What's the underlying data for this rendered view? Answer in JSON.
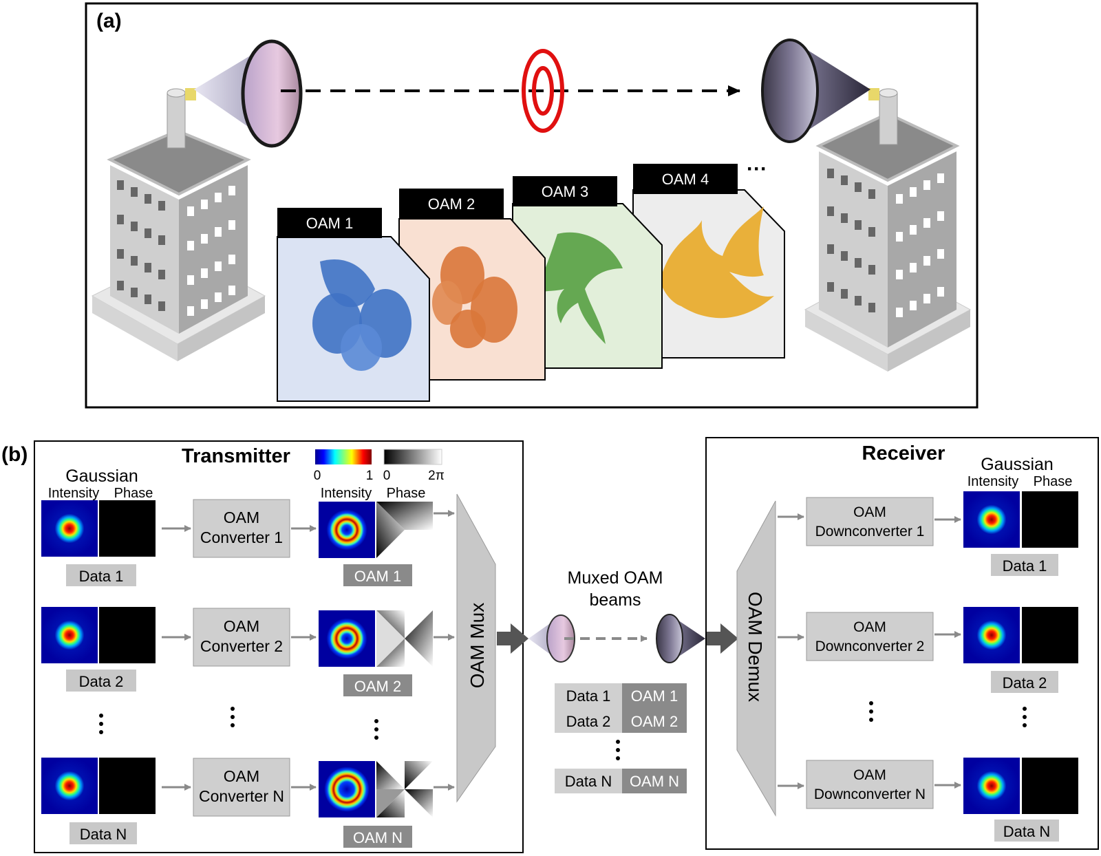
{
  "panel_a": {
    "label": "(a)",
    "cards": [
      {
        "title": "OAM 1",
        "color": "#3f72c4",
        "bg": "#dbe3f3"
      },
      {
        "title": "OAM 2",
        "color": "#d9773a",
        "bg": "#f9e0d2"
      },
      {
        "title": "OAM 3",
        "color": "#5aa246",
        "bg": "#e2efda"
      },
      {
        "title": "OAM 4",
        "color": "#e8aa2a",
        "bg": "#ededed"
      }
    ],
    "more": "···"
  },
  "panel_b": {
    "label": "(b)",
    "transmitter": {
      "title": "Transmitter",
      "gaussian": "Gaussian",
      "intensity": "Intensity",
      "phase": "Phase",
      "colorbar_min": "0",
      "colorbar_max": "1",
      "phasebar_min": "0",
      "phasebar_max": "2π",
      "data": [
        "Data 1",
        "Data 2",
        "Data N"
      ],
      "converters": [
        "OAM\nConverter 1",
        "OAM\nConverter 2",
        "OAM\nConverter N"
      ],
      "oam": [
        "OAM 1",
        "OAM 2",
        "OAM N"
      ],
      "mux": "OAM Mux"
    },
    "channel": {
      "label_line1": "Muxed OAM",
      "label_line2": "beams",
      "rows": [
        {
          "data": "Data 1",
          "oam": "OAM 1"
        },
        {
          "data": "Data 2",
          "oam": "OAM 2"
        },
        {
          "data": "Data N",
          "oam": "OAM N"
        }
      ]
    },
    "receiver": {
      "title": "Receiver",
      "gaussian": "Gaussian",
      "intensity": "Intensity",
      "phase": "Phase",
      "demux": "OAM Demux",
      "downconverters": [
        "OAM\nDownconverter 1",
        "OAM\nDownconverter 2",
        "OAM\nDownconverter N"
      ],
      "data": [
        "Data 1",
        "Data 2",
        "Data N"
      ]
    }
  }
}
